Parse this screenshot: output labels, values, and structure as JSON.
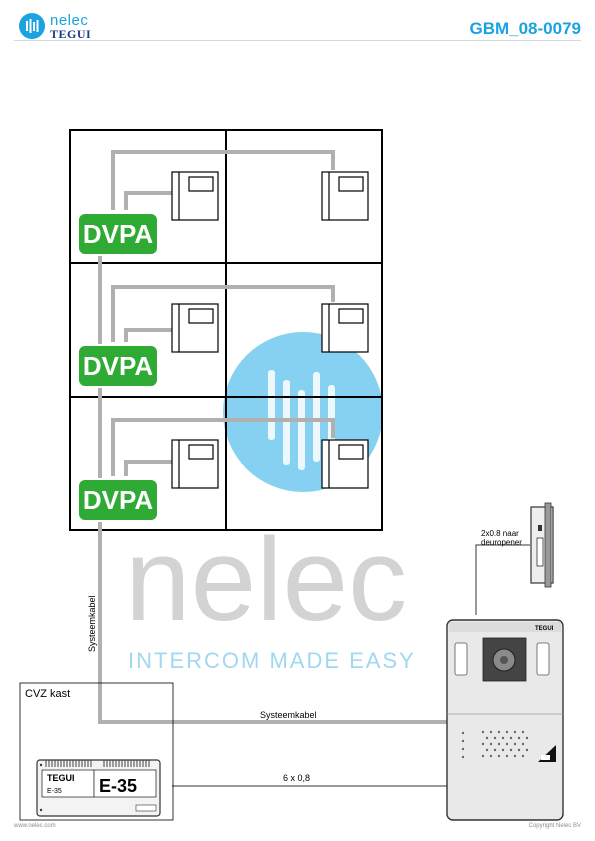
{
  "header": {
    "logo_line1": "nelec",
    "logo_line2": "TEGUI",
    "doc_code": "GBM_08-0079"
  },
  "diagram": {
    "module_label": "DVPA",
    "watermark_word": "nelec",
    "watermark_tagline": "INTERCOM MADE EASY",
    "riser_cable_label": "Systeemkabel",
    "horizontal_cable_label": "Systeemkabel",
    "power_cable_label": "6 x 0,8",
    "door_opener_label_1": "2x0.8 naar",
    "door_opener_label_2": "deuropener",
    "cabinet_label": "CVZ kast",
    "psu_brand": "TEGUI",
    "psu_model_small": "E-35",
    "psu_model_big": "E-35",
    "panel_brand": "TEGUI"
  },
  "footer": {
    "left": "www.nelec.com",
    "right": "Copyright Nelec BV"
  },
  "colors": {
    "accent": "#1aa3e0",
    "dvpa_green": "#2eaa35",
    "cable_gray": "#b0b0b0",
    "watermark_gray": "#d3d3d3",
    "watermark_blue": "#5ec2ec"
  }
}
